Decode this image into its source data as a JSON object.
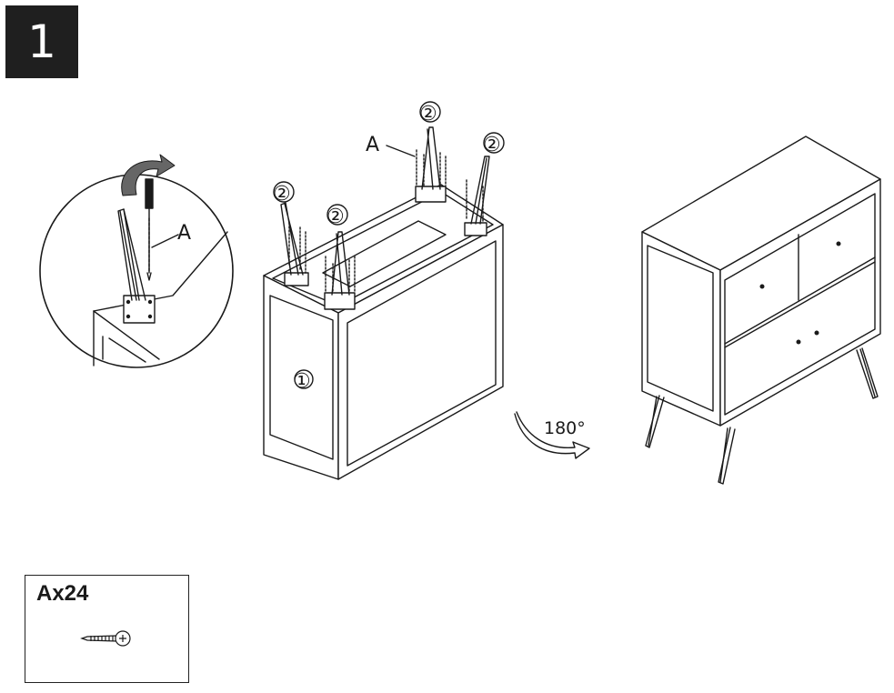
{
  "step": {
    "number": "1"
  },
  "callouts": {
    "cabinet": "①",
    "leg": "②",
    "screw": "A",
    "rotation": "180°"
  },
  "parts": {
    "label": "Ax24",
    "icon": "screw-icon"
  },
  "colors": {
    "line": "#1a1a1a",
    "badge": "#1f1f1f",
    "arrow_fill": "#ffffff"
  }
}
